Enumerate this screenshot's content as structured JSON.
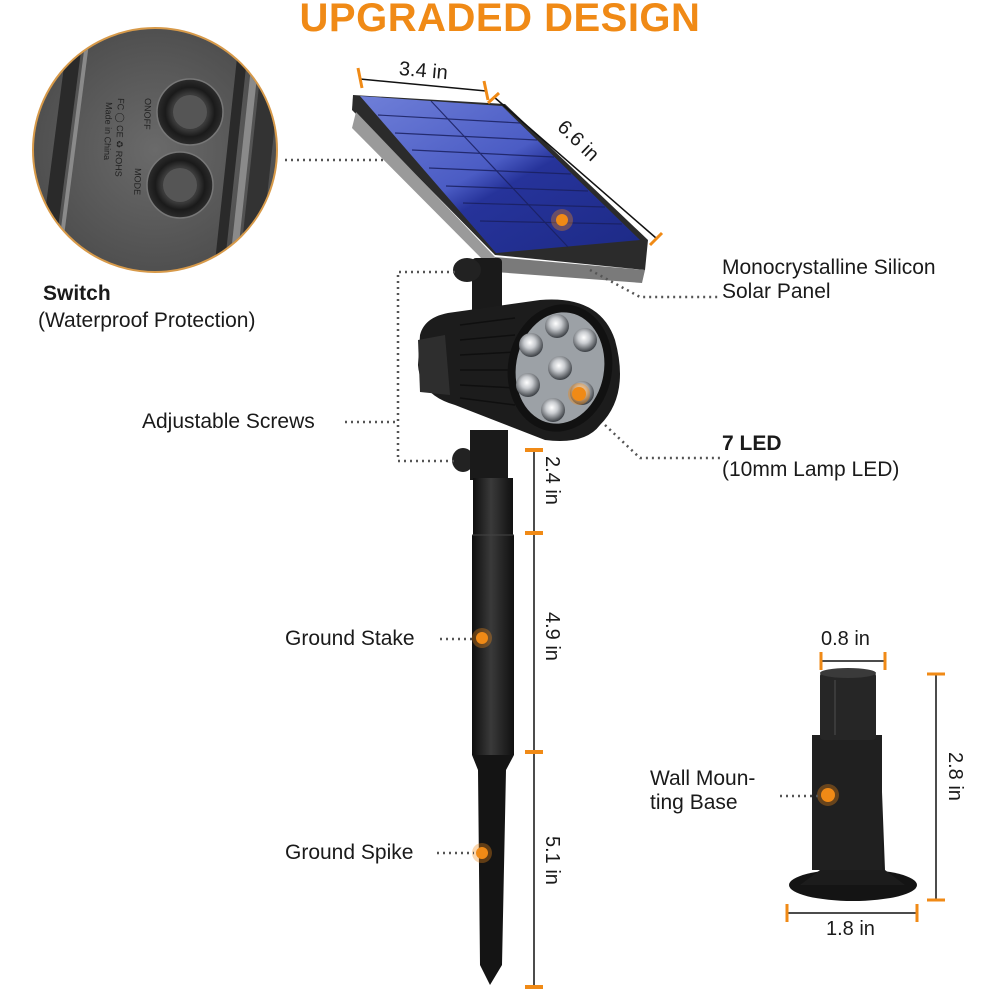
{
  "title": "UPGRADED DESIGN",
  "colors": {
    "accent": "#f08a16",
    "product_black": "#1c1c1c",
    "panel_blue": "#2b3a9e",
    "callout_dots": "#555555"
  },
  "switch_inset": {
    "title": "Switch",
    "subtitle": "(Waterproof Protection)",
    "button_labels": [
      "ONOFF",
      "MODE"
    ],
    "markings": [
      "FC",
      "CE",
      "ROHS",
      "Made in China"
    ]
  },
  "callouts": {
    "solar_panel": {
      "line1": "Monocrystalline Silicon",
      "line2": "Solar Panel"
    },
    "adjustable_screws": {
      "label": "Adjustable Screws"
    },
    "led": {
      "line1": "7 LED",
      "line2": "(10mm Lamp LED)"
    },
    "ground_stake": {
      "label": "Ground Stake"
    },
    "ground_spike": {
      "label": "Ground Spike"
    },
    "wall_base": {
      "line1": "Wall Moun-",
      "line2": "ting Base"
    }
  },
  "dimensions": {
    "panel_width": "3.4 in",
    "panel_length": "6.6 in",
    "head_to_stake": "2.4 in",
    "stake": "4.9 in",
    "spike": "5.1 in",
    "base_top_width": "0.8 in",
    "base_height": "2.8 in",
    "base_bottom_width": "1.8 in"
  },
  "led_count": 7
}
